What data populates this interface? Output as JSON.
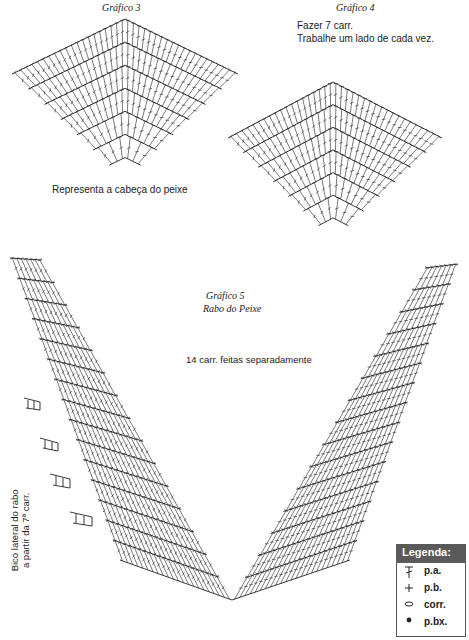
{
  "diagram": {
    "labels": [
      "Gráfico 3",
      "Representa a cabeça do peixe",
      "Gráfico 4",
      "Fazer 7 carr.",
      "Trabalhe um lado de cada vez.",
      "Gráfico 5",
      "Rabo do Peixe",
      "14 carr. feitas separadamente",
      "Bico lateral do rabo a partir da 7ª carr.",
      "Legenda:"
    ],
    "legend": [
      {
        "text": "p.a."
      },
      {
        "text": "p.b."
      },
      {
        "text": "corr."
      },
      {
        "text": "p.bx."
      }
    ]
  }
}
